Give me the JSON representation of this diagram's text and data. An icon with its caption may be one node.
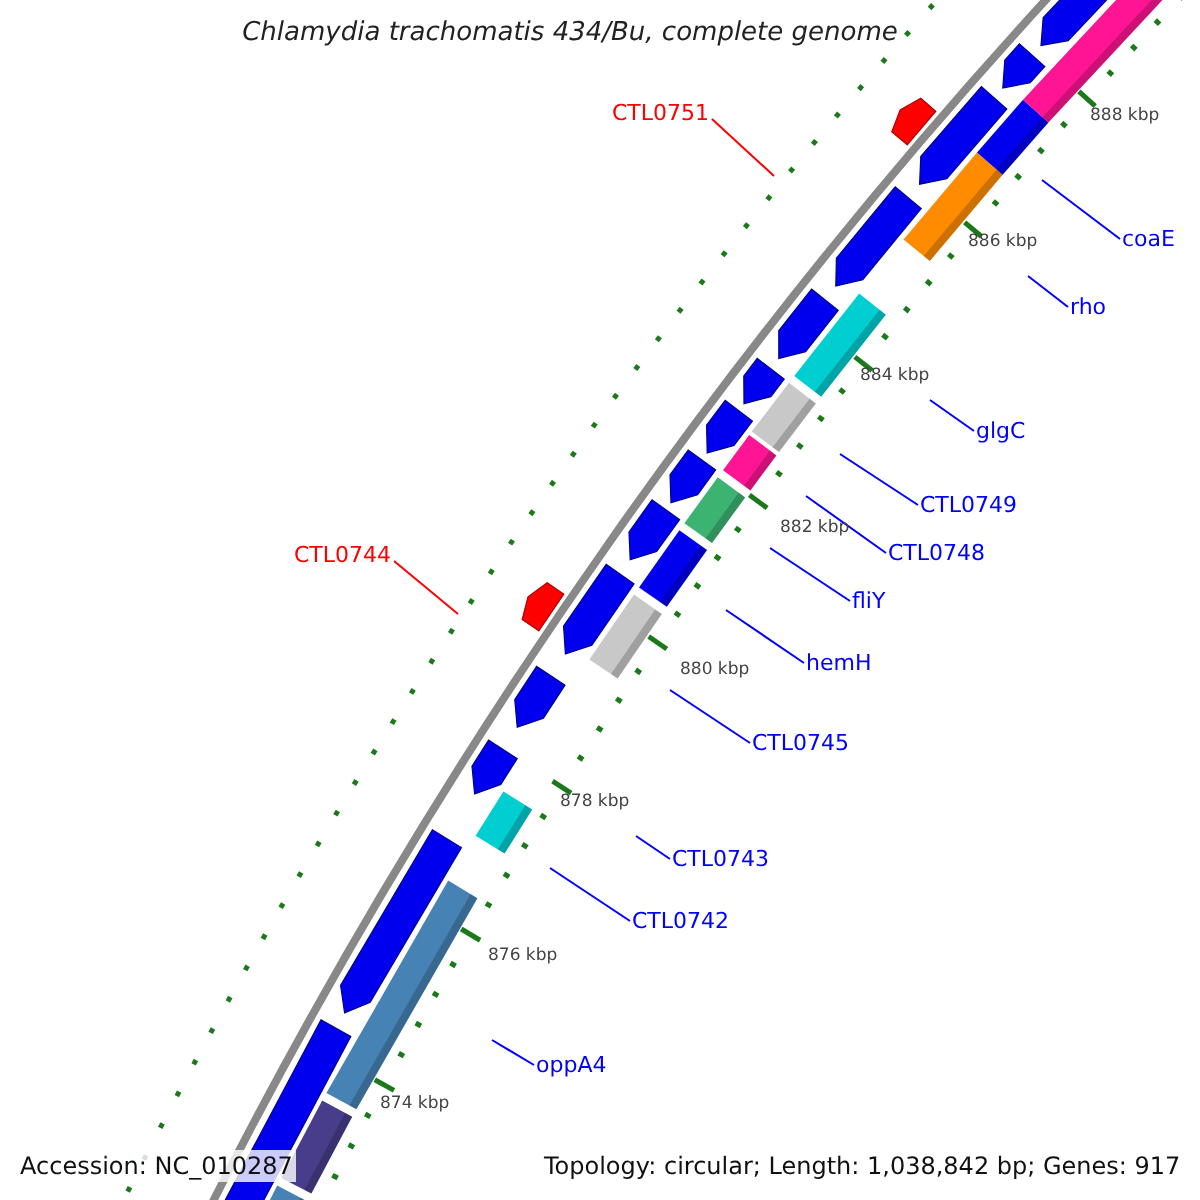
{
  "diagram": {
    "title": "Chlamydia trachomatis 434/Bu, complete genome",
    "nodes": [
      {
        "text": [
          "CTL0751"
        ]
      },
      {
        "text": [
          "coaE"
        ]
      },
      {
        "text": [
          "rho"
        ]
      },
      {
        "text": [
          "glgC"
        ]
      },
      {
        "text": [
          "CTL0749"
        ]
      },
      {
        "text": [
          "CTL0748"
        ]
      },
      {
        "text": [
          "CTL0744"
        ]
      },
      {
        "text": [
          "fliY"
        ]
      },
      {
        "text": [
          "hemH"
        ]
      },
      {
        "text": [
          "CTL0745"
        ]
      },
      {
        "text": [
          "CTL0743"
        ]
      },
      {
        "text": [
          "CTL0742"
        ]
      },
      {
        "text": [
          "oppA4"
        ]
      }
    ],
    "edges": [
      {
        "from": 0,
        "to": null,
        "arrow": "none",
        "color": "#ff0000"
      },
      {
        "from": 1,
        "to": null,
        "arrow": "none"
      },
      {
        "from": 2,
        "to": null,
        "arrow": "none"
      },
      {
        "from": 3,
        "to": null,
        "arrow": "none"
      },
      {
        "from": 4,
        "to": null,
        "arrow": "none"
      },
      {
        "from": 5,
        "to": null,
        "arrow": "none"
      },
      {
        "from": 6,
        "to": null,
        "arrow": "none",
        "color": "#ff0000"
      },
      {
        "from": 7,
        "to": null,
        "arrow": "none"
      },
      {
        "from": 8,
        "to": null,
        "arrow": "none"
      },
      {
        "from": 9,
        "to": null,
        "arrow": "none"
      },
      {
        "from": 10,
        "to": null,
        "arrow": "none"
      },
      {
        "from": 11,
        "to": null,
        "arrow": "none"
      },
      {
        "from": 12,
        "to": null,
        "arrow": "none"
      }
    ],
    "labels": [
      "888 kbp",
      "886 kbp",
      "884 kbp",
      "882 kbp",
      "880 kbp",
      "878 kbp",
      "876 kbp",
      "874 kbp",
      "Accession: NC_010287",
      "Topology: circular; Length: 1,038,842 bp; Genes: 917"
    ]
  }
}
